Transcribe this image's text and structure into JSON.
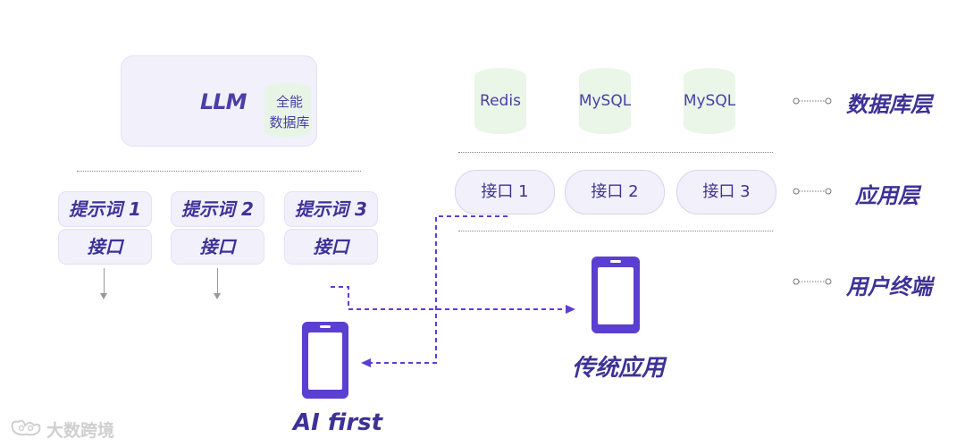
{
  "llm": {
    "title": "LLM",
    "db_label_line1": "全能",
    "db_label_line2": "数据库"
  },
  "ai_side": {
    "prompts": [
      "提示词 1",
      "提示词 2",
      "提示词 3"
    ],
    "interface_label": "接口"
  },
  "traditional": {
    "databases": [
      "Redis",
      "MySQL",
      "MySQL"
    ],
    "interfaces": [
      "接口 1",
      "接口 2",
      "接口 3"
    ]
  },
  "layers": [
    "数据库层",
    "应用层",
    "用户终端"
  ],
  "phones": {
    "ai": "AI first",
    "traditional": "传统应用"
  },
  "watermark": "大数跨境",
  "colors": {
    "accent": "#3d3296",
    "phone": "#5b3fd0",
    "box_bg": "#f1f0fb",
    "db_bg": "#eaf6e8"
  }
}
